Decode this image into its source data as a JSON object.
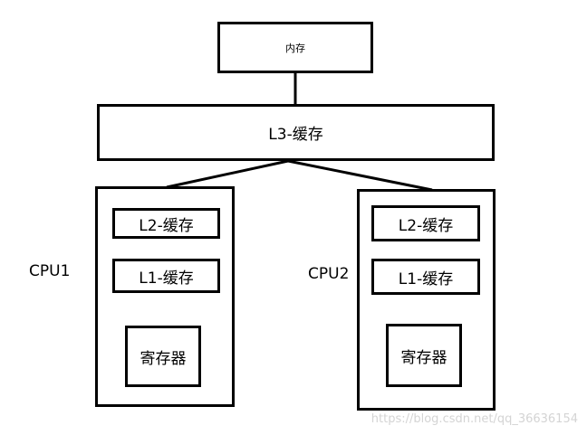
{
  "memory": {
    "label": "内存"
  },
  "l3": {
    "label": "L3-缓存"
  },
  "cpus": [
    {
      "label": "CPU1",
      "l2": "L2-缓存",
      "l1": "L1-缓存",
      "register": "寄存器"
    },
    {
      "label": "CPU2",
      "l2": "L2-缓存",
      "l1": "L1-缓存",
      "register": "寄存器"
    }
  ],
  "watermark": "https://blog.csdn.net/qq_36636154",
  "colors": {
    "stroke": "#000000",
    "background": "#ffffff",
    "watermark": "#d4d4d4"
  }
}
